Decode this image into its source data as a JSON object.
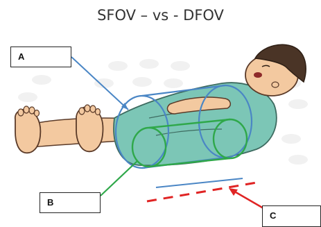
{
  "title": "SFOV – vs - DFOV",
  "labels": {
    "a": "A",
    "b": "B",
    "c": "C"
  },
  "colors": {
    "sfov_cylinder": "#4a86c5",
    "dfov_cylinder": "#2fa84a",
    "table_line": "#4a86c5",
    "dashed_line": "#e02424",
    "pointer_c": "#e02424",
    "skin": "#f3c9a0",
    "gown": "#7cc6b6",
    "hair": "#4a3426"
  },
  "icons": {
    "patient": "patient-lying-illustration"
  }
}
